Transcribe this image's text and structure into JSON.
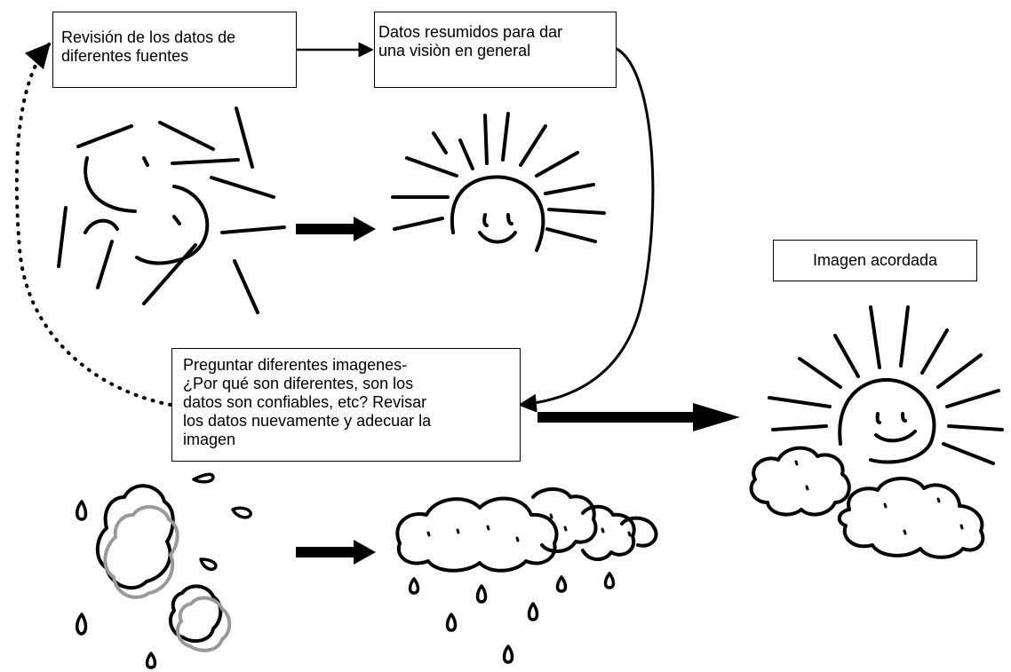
{
  "boxes": {
    "revision": "Revisión de los datos de\ndiferentes fuentes",
    "resumidos": "Datos resumidos para dar\nuna visiòn en general",
    "preguntar": "Preguntar diferentes imagenes-\n¿Por qué son diferentes, son los\ndatos son confiables, etc?  Revisar\nlos datos nuevamente y adecuar la\nimagen",
    "acordada": "Imagen acordada"
  },
  "illustrations": [
    {
      "name": "scattered-sun-icon",
      "meaning": "fragmented sun"
    },
    {
      "name": "sun-icon",
      "meaning": "summarized sun"
    },
    {
      "name": "scattered-clouds-icon",
      "meaning": "fragmented clouds and rain"
    },
    {
      "name": "rain-clouds-icon",
      "meaning": "summarized rain clouds"
    },
    {
      "name": "sun-with-clouds-icon",
      "meaning": "agreed image"
    }
  ]
}
